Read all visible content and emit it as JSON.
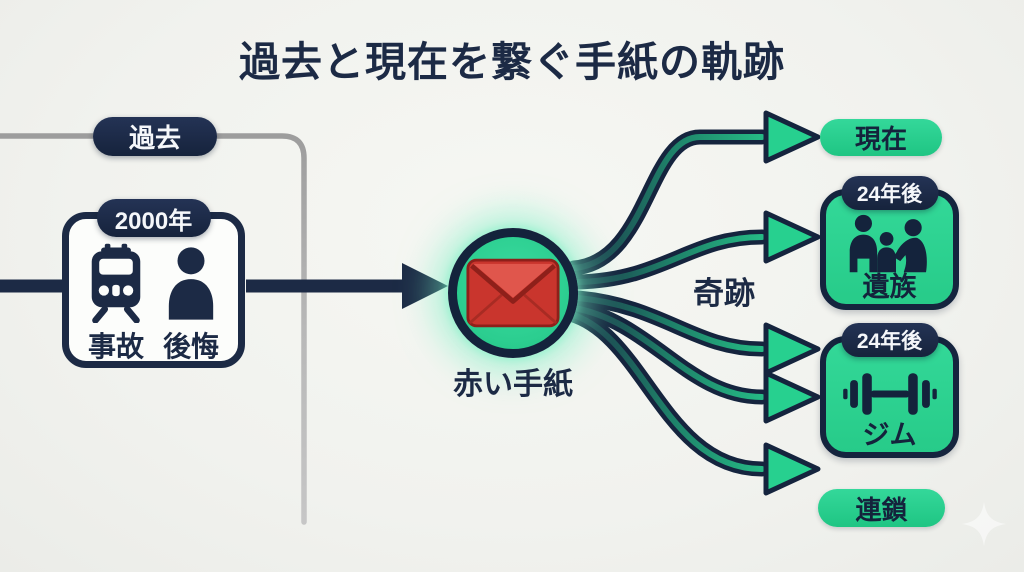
{
  "title": "過去と現在を繋ぐ手紙の軌跡",
  "past": {
    "label": "過去",
    "card": {
      "year_badge": "2000年",
      "items": [
        {
          "icon": "train-icon",
          "label": "事故"
        },
        {
          "icon": "person-icon",
          "label": "後悔"
        }
      ]
    }
  },
  "letter": {
    "icon": "red-envelope-icon",
    "label": "赤い手紙"
  },
  "branch_label": "奇跡",
  "outcomes": [
    {
      "type": "pill",
      "label": "現在"
    },
    {
      "type": "card",
      "badge": "24年後",
      "icon": "family-icon",
      "label": "遺族"
    },
    {
      "type": "card",
      "badge": "24年後",
      "icon": "dumbbell-icon",
      "label": "ジム"
    },
    {
      "type": "pill",
      "label": "連鎖"
    }
  ],
  "decor": {
    "sparkle_icon": "sparkle-icon"
  },
  "colors": {
    "background": "#f2f3ef",
    "navy": "#1c2a45",
    "green": "#29cf8d",
    "envelope_red": "#cc3a31",
    "frame_gray": "#aeaeae",
    "glow": "#7df0c2"
  }
}
